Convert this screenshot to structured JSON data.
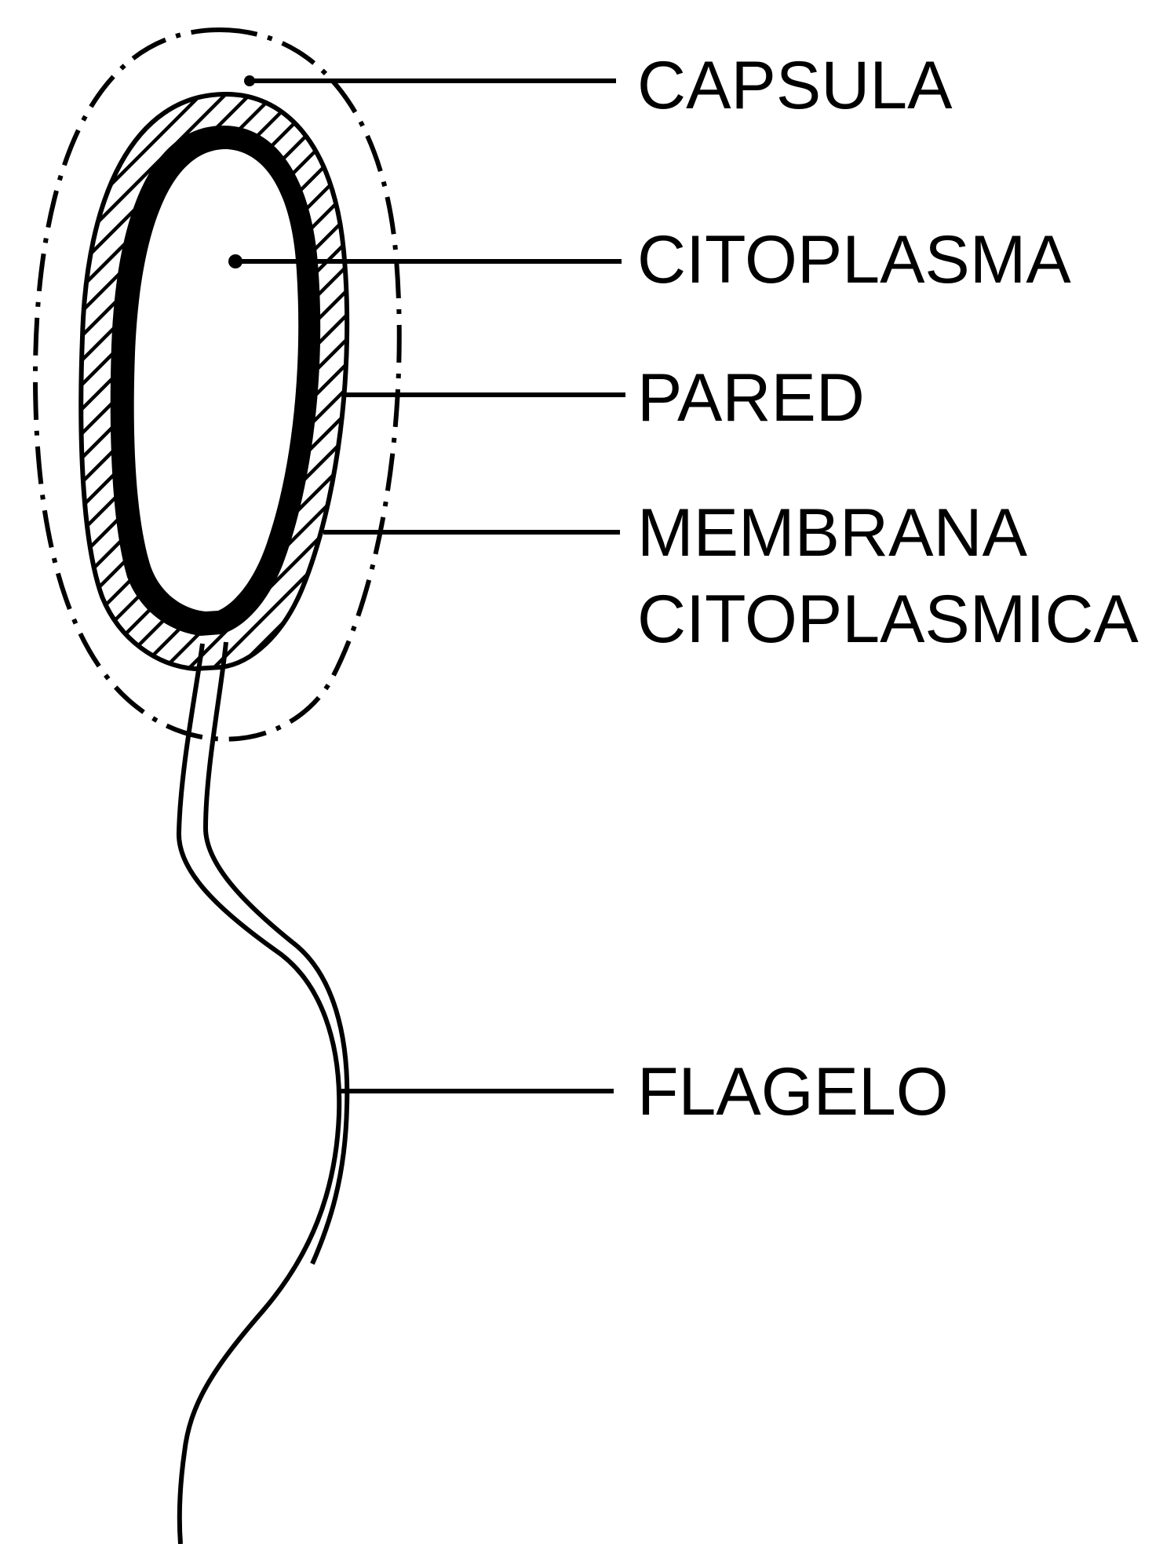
{
  "diagram": {
    "labels": {
      "capsula": "CAPSULA",
      "citoplasma": "CITOPLASMA",
      "pared": "PARED",
      "membrana_line1": "MEMBRANA",
      "membrana_line2": "CITOPLASMICA",
      "flagelo": "FLAGELO"
    }
  }
}
